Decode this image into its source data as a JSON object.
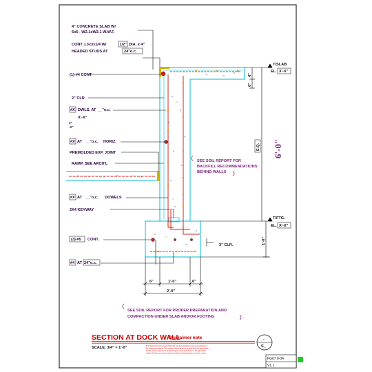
{
  "labels": {
    "slab_1": "4\" CONCRETE SLAB W/",
    "slab_2": "6x6 - W2.1xW2.1 W.W.F.",
    "angle_1": "CONT. L3x3x1/4 W/",
    "angle_dia": "1/2\"",
    "angle_1b": "DIA. x 4\"",
    "angle_2": "HEADED STUDS AT",
    "angle_spacing": "24\"o.c.",
    "cont4": "(1)-#4 CONT",
    "clr2": "2\" CLR.",
    "dwls_bar": "#X",
    "dwls_text": "DWLS. AT",
    "dwls_spacing": "__\"o.c.",
    "dwls_dim": "X'-X\"",
    "dwls_small": "3\"",
    "dwls_small2": "-X\"",
    "horiz_bar": "#X",
    "horiz_at": "AT",
    "horiz_spacing": "__\"o.c.",
    "horiz_text": "HORIZ.",
    "premolded": "PREMOLDED EXP. JOINT",
    "ramp": "RAMP, SEE ARCH'L",
    "dowels_bar": "#X",
    "dowels_at": "AT",
    "dowels_spacing": "__\"o.c.",
    "dowels_text": "DOWELS",
    "keyway": "2X4 KEYWAY",
    "cont3_bar": "(3)-#5",
    "cont3_text": "CONT.",
    "bot_bar": "#4",
    "bot_at": "AT",
    "bot_spacing": "24\"o.c.",
    "clr3": "3\" CLR.",
    "soil1_1": "SEE SOIL REPORT FOR",
    "soil1_2": "BACKFILL RECOMMENDATIONS",
    "soil1_3": "BEHIND WALLS",
    "soil2_1": "SEE SOIL REPORT FOR PROPER PREPARATION AND",
    "soil2_2": "COMPACTION UNDER SLAB AND/OR FOOTING"
  },
  "elevations": {
    "slab_label": "T/SLAB",
    "slab_el": "EL.",
    "slab_value": "X'-X\"",
    "ftg_label": "T/FTG.",
    "ftg_el": "EL.",
    "ftg_value": "X'-X\""
  },
  "dimensions": {
    "wall_height": "6'-0\"",
    "slab_thk": "4\"",
    "slab_thk2": "6\"",
    "ftg_thk": "1'-0\"",
    "side_marker": "E.Q.",
    "ftg_left": "6\"",
    "ftg_mid": "1'-0\"",
    "ftg_right": "6\"",
    "ftg_total": "2'-0\""
  },
  "title": {
    "name": "SECTION AT DOCK WALL",
    "scale": "SCALE: 3/4\" = 1'-0\"",
    "disclaimer_head": "Disclaimer note",
    "disclaimer_1": "This detail must not be used without the final and complete review and evaluation by",
    "disclaimer_2": "the design professional. The design professional assumes total and final responsibility",
    "disclaimer_3": "for this detail as approved in Engineeringfunc and Legal Notices in the appropriate",
    "disclaimer_4": "website. Please remove this callout text block and this disclaimer note after review.",
    "marker_top": "-",
    "marker_bottom": "S_"
  },
  "titleblock": {
    "code": "FG07 0-04",
    "version": "V1.1"
  },
  "colors": {
    "concrete_outline": "#00b8d8",
    "rebar": "#d02020",
    "leader": "#000000",
    "title": "#cc0000",
    "label": "#2a0040",
    "accent_green": "#22cc22"
  }
}
